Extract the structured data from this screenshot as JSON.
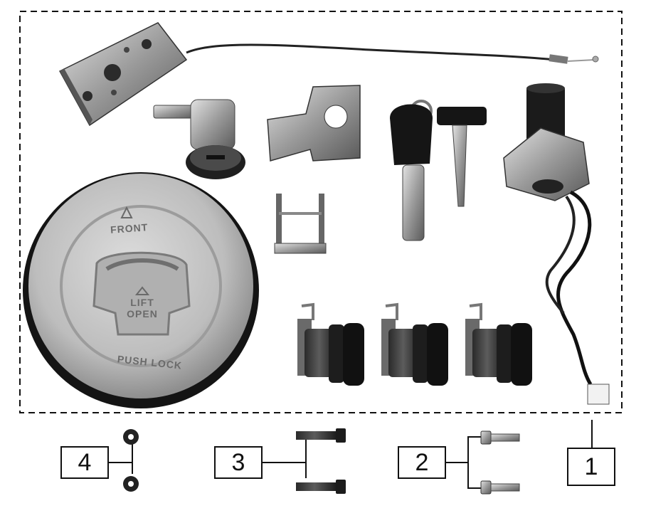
{
  "diagram": {
    "kit_boundary": "dashed",
    "callouts": [
      {
        "id": "1",
        "label": "1",
        "part": "ignition-switch"
      },
      {
        "id": "2",
        "label": "2",
        "part": "short-screws"
      },
      {
        "id": "3",
        "label": "3",
        "part": "long-bolts"
      },
      {
        "id": "4",
        "label": "4",
        "part": "washers"
      }
    ],
    "fuel_cap": {
      "front_text": "FRONT",
      "lift_text": "LIFT",
      "open_text": "OPEN",
      "push_lock_text": "PUSH LOCK"
    },
    "colors": {
      "line": "#111111",
      "metal_light": "#c9c9c9",
      "metal_dark": "#3a3a3a",
      "black_part": "#1c1c1c"
    }
  }
}
